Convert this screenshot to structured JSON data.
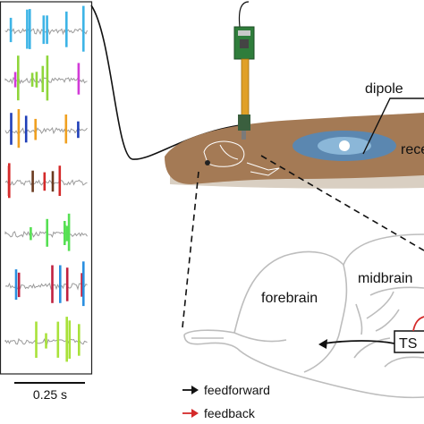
{
  "labels": {
    "dipole": "dipole",
    "receiver": "rece",
    "midbrain": "midbrain",
    "forebrain": "forebrain",
    "ts": "TS",
    "scale": "0.25 s"
  },
  "legend": [
    {
      "label": "feedforward",
      "color": "#111111"
    },
    {
      "label": "feedback",
      "color": "#d42a2a"
    }
  ],
  "colors": {
    "fish_body": "#a47a55",
    "field_outer": "#5b87b0",
    "field_inner": "#8bb7d8",
    "trace_gray": "#9a9a9a",
    "brain_outline": "#bdbdbd",
    "feedback_red": "#d42a2a"
  },
  "traces": [
    {
      "spike_colors": [
        "#3db4e6"
      ]
    },
    {
      "spike_colors": [
        "#d23bd8",
        "#8fd63b"
      ]
    },
    {
      "spike_colors": [
        "#1f3fb8",
        "#f0a020"
      ]
    },
    {
      "spike_colors": [
        "#d42a2a",
        "#6b3a1f"
      ]
    },
    {
      "spike_colors": [
        "#56e053"
      ]
    },
    {
      "spike_colors": [
        "#2a8fe0",
        "#c02040"
      ]
    },
    {
      "spike_colors": [
        "#a8e23a"
      ]
    }
  ]
}
